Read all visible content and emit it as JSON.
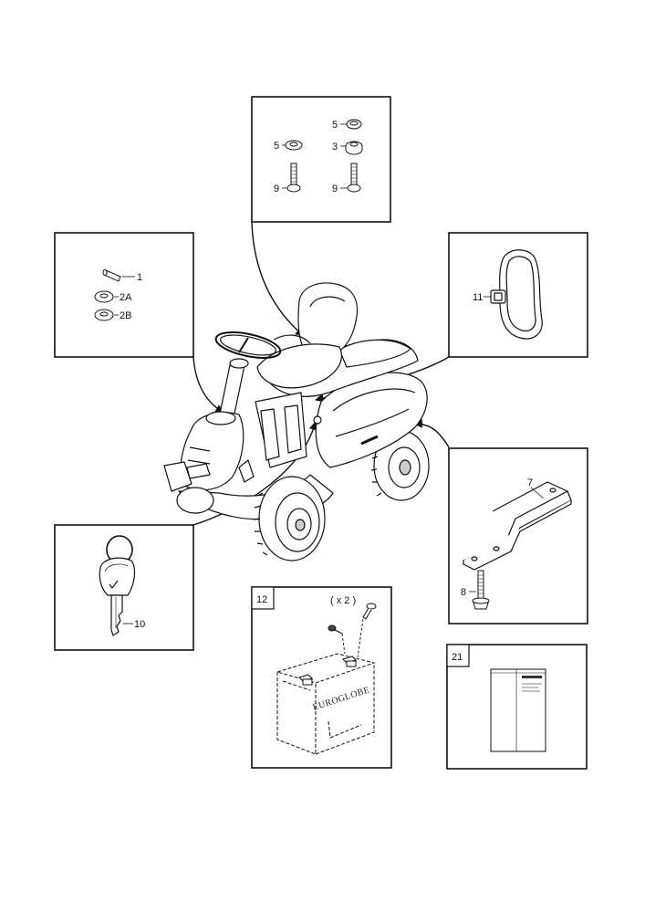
{
  "callouts": {
    "bolt_box": {
      "washer_left": "5",
      "bolt_left": "9",
      "washer_right": "5",
      "spacer_right": "3",
      "bolt_right": "9"
    },
    "pin_box": {
      "pin": "1",
      "washer_a": "2A",
      "washer_b": "2B"
    },
    "strap_box": {
      "strap": "11"
    },
    "bracket_box": {
      "bracket": "7",
      "screw": "8"
    },
    "key_box": {
      "key": "10"
    },
    "battery_box": {
      "box_number": "12",
      "quantity": "( x 2 )",
      "battery_brand": "EUROGLOBE"
    },
    "manual_box": {
      "box_number": "21"
    }
  },
  "colors": {
    "line": "#111111",
    "paper": "#ffffff",
    "shade": "#d9d9d9"
  },
  "icons": [
    "tractor-drawing",
    "bolt-icon",
    "washer-icon",
    "pin-icon",
    "strap-icon",
    "bracket-icon",
    "key-icon",
    "battery-icon",
    "manual-icon"
  ]
}
